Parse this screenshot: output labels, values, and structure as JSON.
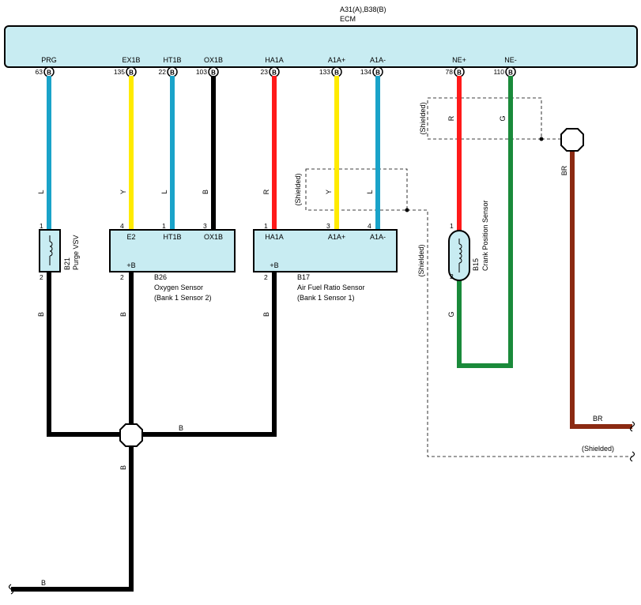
{
  "ecm": {
    "code": "A31(A),B38(B)",
    "name": "ECM"
  },
  "ecm_terminals": [
    {
      "name": "PRG",
      "number": "63",
      "connector": "B"
    },
    {
      "name": "EX1B",
      "number": "135",
      "connector": "B"
    },
    {
      "name": "HT1B",
      "number": "22",
      "connector": "B"
    },
    {
      "name": "OX1B",
      "number": "103",
      "connector": "B"
    },
    {
      "name": "HA1A",
      "number": "23",
      "connector": "B"
    },
    {
      "name": "A1A+",
      "number": "133",
      "connector": "B"
    },
    {
      "name": "A1A-",
      "number": "134",
      "connector": "B"
    },
    {
      "name": "NE+",
      "number": "78",
      "connector": "B"
    },
    {
      "name": "NE-",
      "number": "110",
      "connector": "B"
    }
  ],
  "wire_colors": {
    "prg": "L",
    "ex1b": "Y",
    "ht1b": "L",
    "ox1b": "B",
    "ha1a": "R",
    "a1a_plus": "Y",
    "a1a_minus": "L",
    "ne_plus": "R",
    "ne_minus": "G",
    "purge_ground": "B",
    "o2_ground": "B",
    "af_ground": "B",
    "junction_to_af": "B",
    "junction_down": "B",
    "bottom_ground": "B",
    "crank_bottom": "G",
    "shield_drain": "BR",
    "shield_drain_out": "BR"
  },
  "colors": {
    "L": "#1aa3c9",
    "Y": "#ffeb00",
    "B": "#000000",
    "R": "#ff1a1a",
    "G": "#1a8a3a",
    "BR": "#8b2a12",
    "ecm_fill": "#c8ecf2",
    "component_fill": "#c8ecf2"
  },
  "purge_vsv": {
    "code": "B21",
    "name": "Purge VSV",
    "pin_top": "1",
    "pin_bottom": "2"
  },
  "oxygen_sensor": {
    "code": "B26",
    "name": "Oxygen Sensor",
    "detail": "(Bank 1 Sensor 2)",
    "pins": [
      "4",
      "1",
      "3"
    ],
    "terminals": [
      "E2",
      "HT1B",
      "OX1B"
    ],
    "bottom_terminal": "+B",
    "bottom_pin": "2"
  },
  "af_sensor": {
    "code": "B17",
    "name": "Air Fuel Ratio Sensor",
    "detail": "(Bank 1 Sensor 1)",
    "pins": [
      "1",
      "3",
      "4"
    ],
    "terminals": [
      "HA1A",
      "A1A+",
      "A1A-"
    ],
    "bottom_terminal": "+B",
    "bottom_pin": "2"
  },
  "crank_sensor": {
    "code": "B15",
    "name": "Crank Position Sensor",
    "pin_top": "1",
    "pin_bottom": "2"
  },
  "shielded_label": "(Shielded)",
  "icons": {
    "connector": "circle-b-connector-icon",
    "junction": "octagon-junction-icon",
    "coil": "coil-icon"
  }
}
